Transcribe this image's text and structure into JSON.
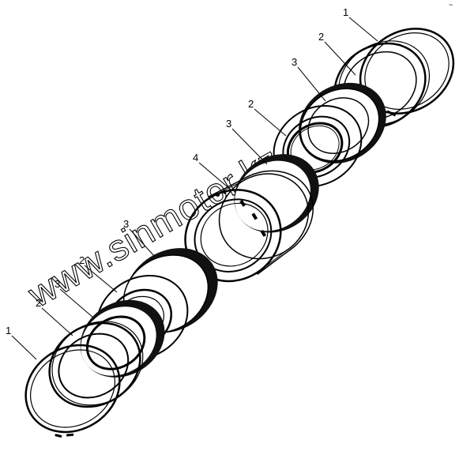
{
  "callouts": {
    "top_1": "1",
    "top_2": "2",
    "top_3a": "3",
    "top_2b": "2",
    "top_3b": "3",
    "center_4": "4",
    "bot_3a": "3",
    "bot_2a": "2",
    "bot_3b": "3",
    "bot_2b": "2",
    "bot_1": "1"
  },
  "watermark": "www.sinmotor.kz",
  "corner_mark": "~"
}
